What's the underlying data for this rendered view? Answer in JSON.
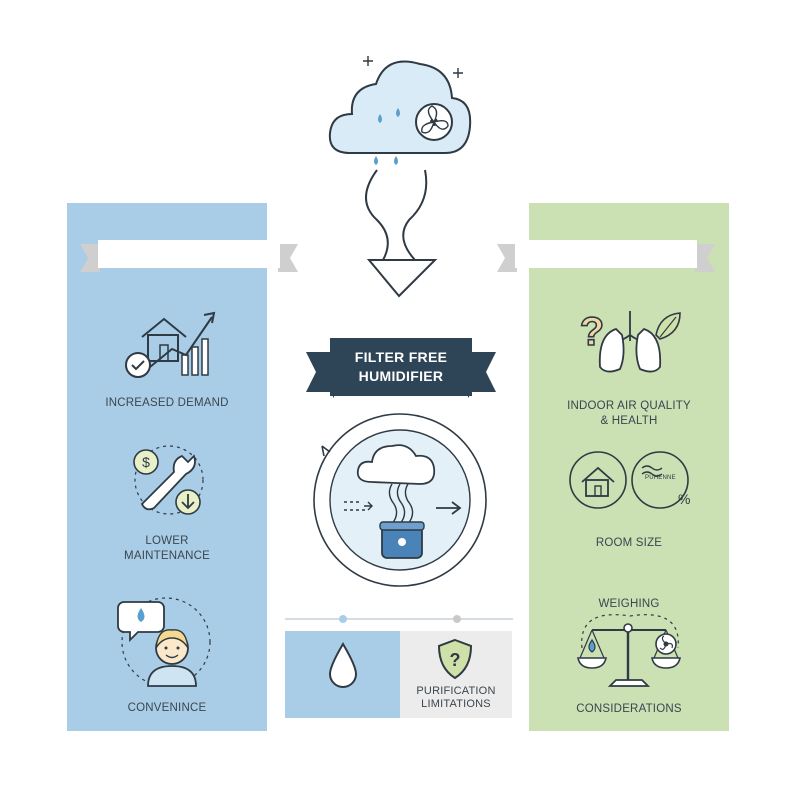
{
  "center": {
    "title_line1": "FILTER FREE",
    "title_line2": "HUMIDIFIER"
  },
  "left_column": {
    "items": [
      {
        "label": "INCREASED DEMAND",
        "icon": "house-growth-chart-icon"
      },
      {
        "label_line1": "LOWER",
        "label_line2": "MAINTENANCE",
        "icon": "dollar-wrench-icon"
      },
      {
        "label": "CONVENINCE",
        "icon": "person-water-bubble-icon"
      }
    ]
  },
  "right_column": {
    "items": [
      {
        "label_line1": "INDOOR AIR QUALITY",
        "label_line2": "& HEALTH",
        "icon": "lungs-question-leaf-icon"
      },
      {
        "label": "ROOM SIZE",
        "icon": "house-humidity-icon"
      },
      {
        "label_top": "WEIGHING",
        "label_bottom": "CONSIDERATIONS",
        "icon": "balance-scale-icon"
      }
    ],
    "small_icon_text": "PUHENNE"
  },
  "bottom_panel": {
    "label_line1": "PURIFICATION",
    "label_line2": "LIMITATIONS"
  },
  "colors": {
    "left_panel": "#a9cde6",
    "right_panel": "#cbe0b3",
    "banner": "#2e4457",
    "gray_box": "#ececec"
  }
}
